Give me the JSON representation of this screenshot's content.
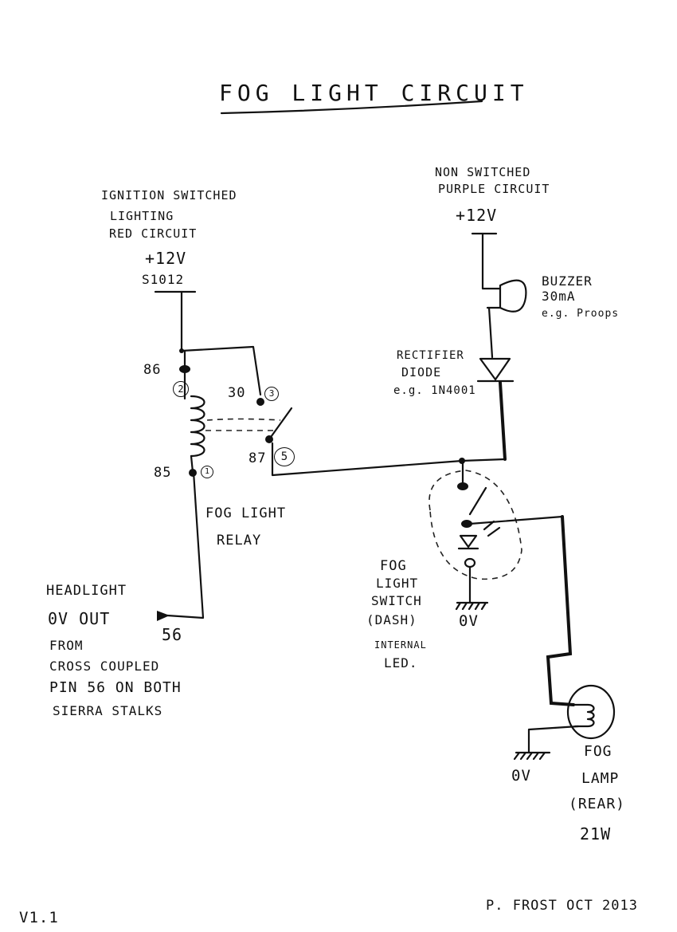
{
  "title": "FOG LIGHT CIRCUIT",
  "version": "V1.1",
  "author_date": "P. FROST   OCT 2013",
  "supply_left": {
    "line1": "IGNITION SWITCHED",
    "line2": "LIGHTING",
    "line3": "RED CIRCUIT",
    "voltage": "+12V",
    "ref": "S1012"
  },
  "supply_right": {
    "line1": "NON SWITCHED",
    "line2": "PURPLE CIRCUIT",
    "voltage": "+12V"
  },
  "buzzer": {
    "line1": "BUZZER",
    "line2": "30mA",
    "line3": "e.g. Proops"
  },
  "diode": {
    "line1": "RECTIFIER",
    "line2": "DIODE",
    "line3": "e.g. 1N4001"
  },
  "relay": {
    "line1": "FOG LIGHT",
    "line2": "RELAY",
    "pin86": "86",
    "pin85": "85",
    "pin30": "30",
    "pin87": "87",
    "circ86": "2",
    "circ85": "1",
    "circ30": "3",
    "circ87": "5"
  },
  "headlight": {
    "line1": "HEADLIGHT",
    "line2": "0V OUT",
    "pin": "56",
    "from1": "FROM",
    "from2": "CROSS COUPLED",
    "from3": "PIN 56 ON BOTH",
    "from4": "SIERRA STALKS"
  },
  "switch": {
    "line1": "FOG",
    "line2": "LIGHT",
    "line3": "SWITCH",
    "line4": "(DASH)",
    "ground": "0V",
    "note1": "INTERNAL",
    "note2": "LED."
  },
  "lamp": {
    "line1": "FOG",
    "line2": "LAMP",
    "line3": "(REAR)",
    "power": "21W",
    "ground": "0V"
  }
}
